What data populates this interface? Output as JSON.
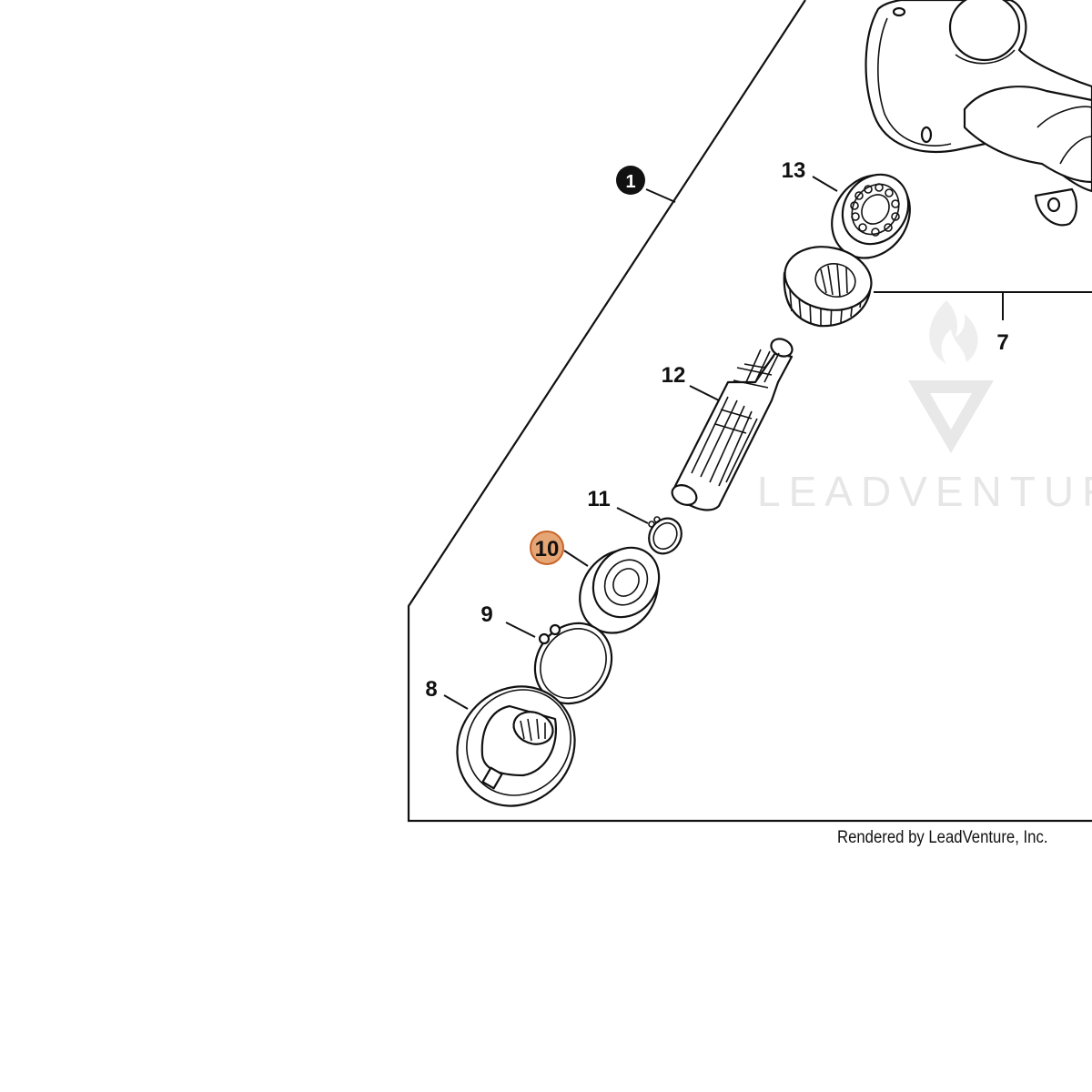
{
  "diagram": {
    "watermark_text": "LEADVENTUR",
    "credit_text": "Rendered by LeadVenture, Inc.",
    "highlight_color": "#e6a574",
    "highlight_stroke": "#c8652a",
    "callouts": {
      "c1": "1",
      "c7": "7",
      "c8": "8",
      "c9": "9",
      "c10": "10",
      "c11": "11",
      "c12": "12",
      "c13": "13"
    }
  }
}
